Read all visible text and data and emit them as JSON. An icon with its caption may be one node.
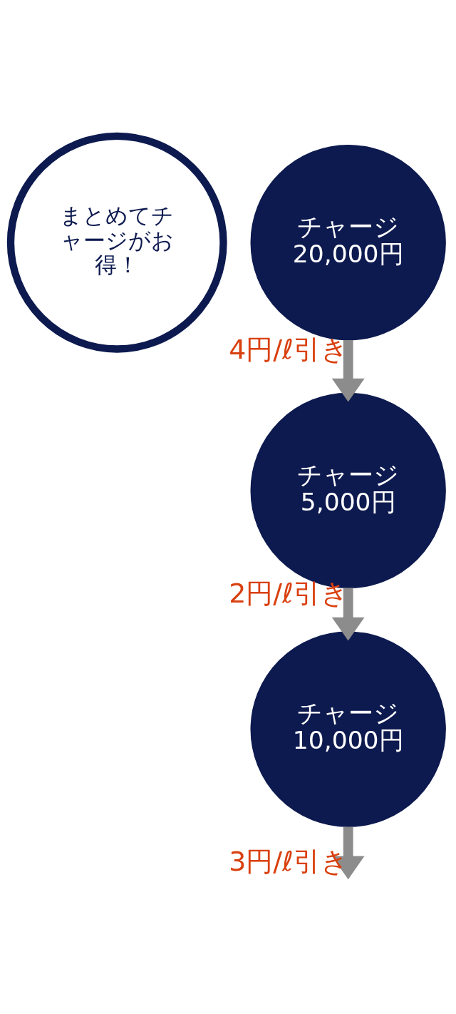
{
  "diagram": {
    "nodes": [
      {
        "text": [
          "まとめてチャージがお得！"
        ]
      },
      {
        "text": [
          "チャージ",
          "20,000円"
        ]
      },
      {
        "text": [
          "チャージ",
          "5,000円"
        ]
      },
      {
        "text": [
          "チャージ",
          "10,000円"
        ]
      }
    ],
    "edges": [
      {
        "from": 1,
        "to": 2,
        "arrow": "to",
        "label": "4円/ℓ引き"
      },
      {
        "from": 2,
        "to": 3,
        "arrow": "to",
        "label": "2円/ℓ引き"
      },
      {
        "from": 3,
        "to": null,
        "arrow": "to",
        "label": "3円/ℓ引き"
      }
    ]
  }
}
